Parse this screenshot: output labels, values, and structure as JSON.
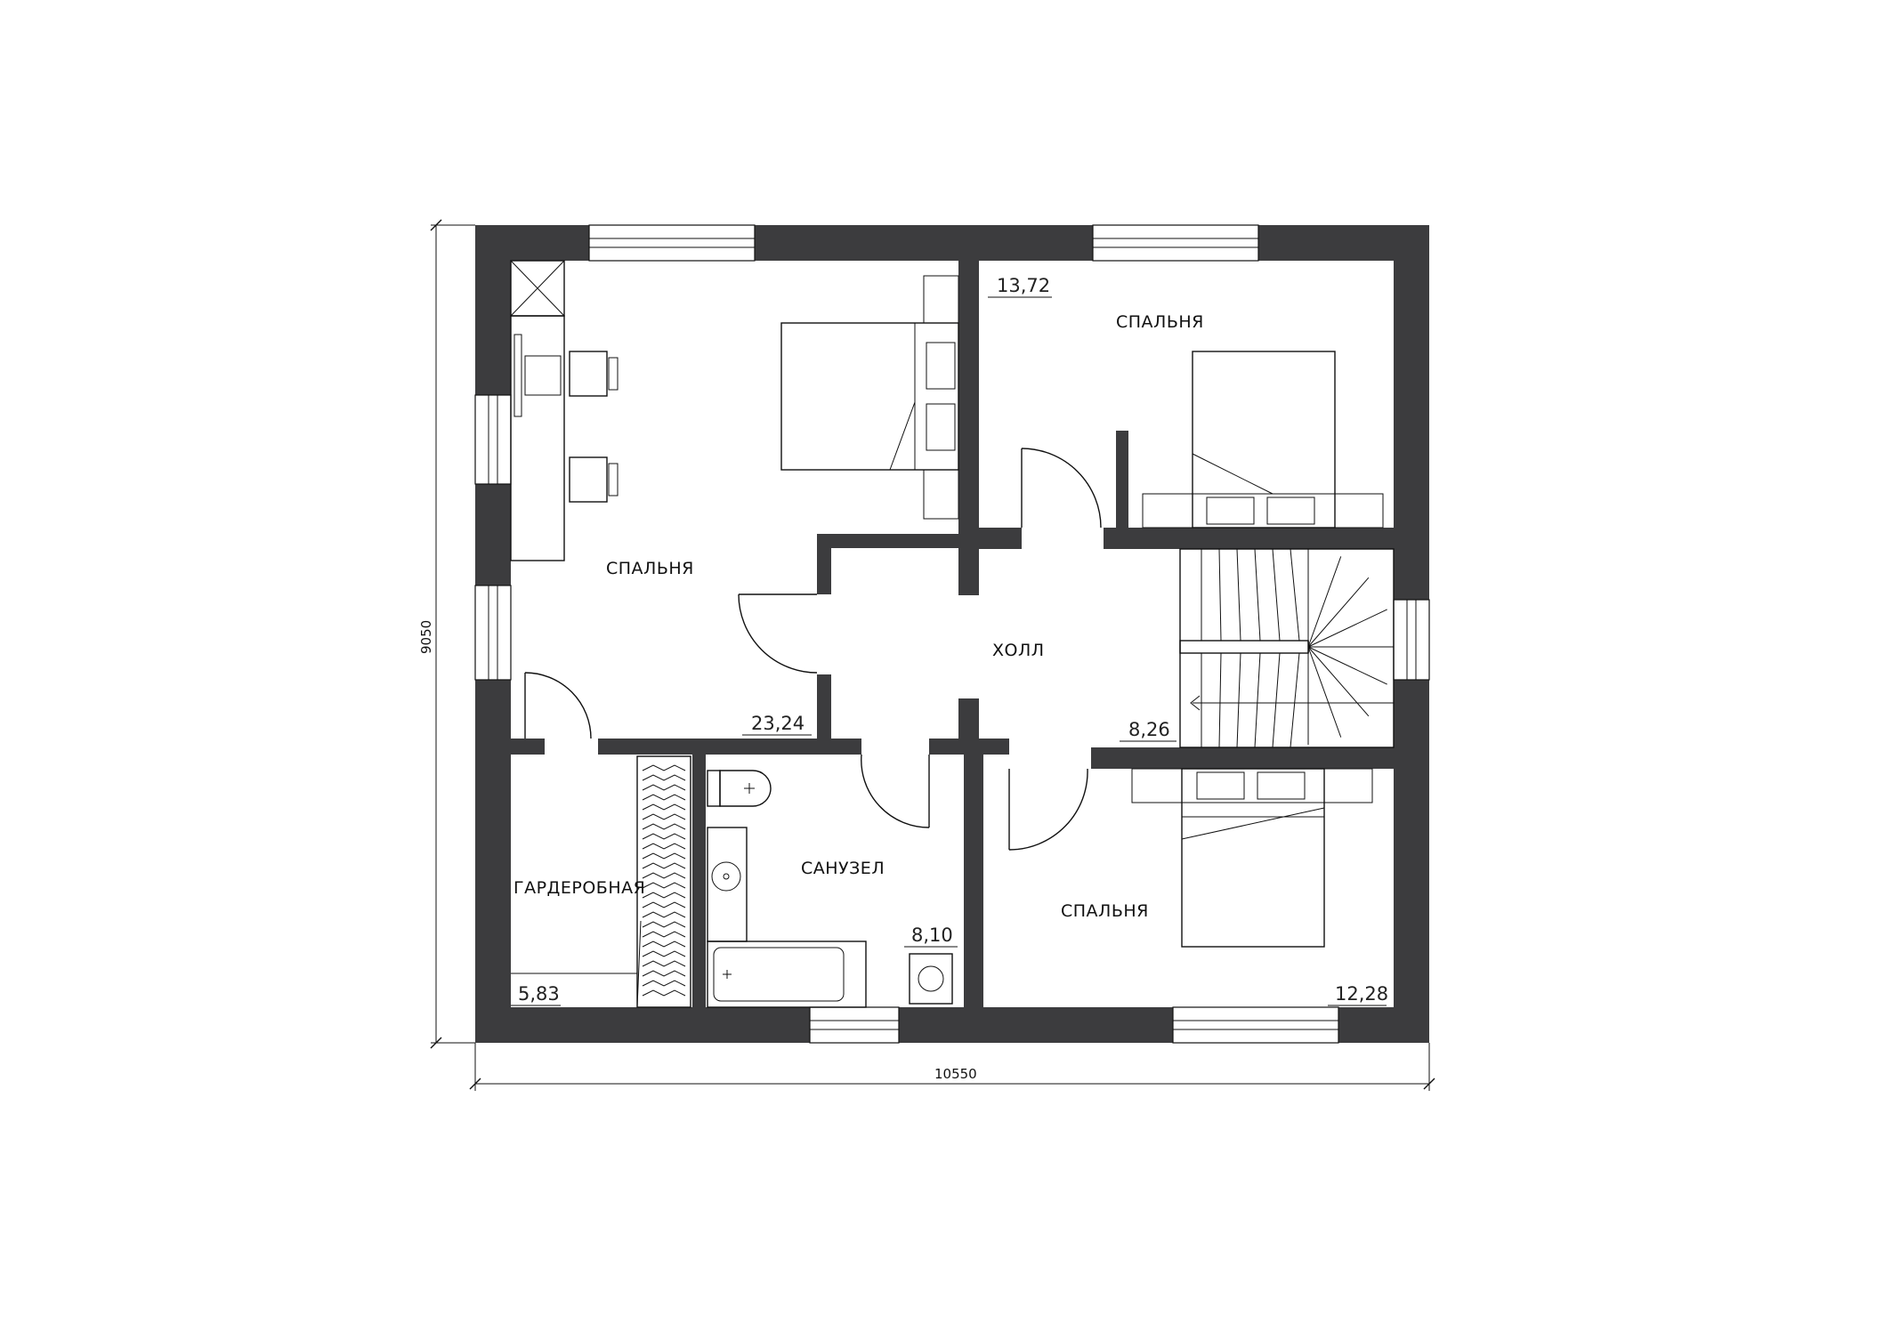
{
  "plan": {
    "dimensions": {
      "width_label": "10550",
      "height_label": "9050"
    },
    "rooms": [
      {
        "id": "bedroom-1",
        "name": "СПАЛЬНЯ",
        "area": "23,24"
      },
      {
        "id": "bedroom-2",
        "name": "СПАЛЬНЯ",
        "area": "13,72"
      },
      {
        "id": "hall",
        "name": "ХОЛЛ",
        "area": "8,26"
      },
      {
        "id": "wardrobe",
        "name": "ГАРДЕРОБНАЯ",
        "area": "5,83"
      },
      {
        "id": "bathroom",
        "name": "САНУЗЕЛ",
        "area": "8,10"
      },
      {
        "id": "bedroom-3",
        "name": "СПАЛЬНЯ",
        "area": "12,28"
      }
    ],
    "colors": {
      "wall": "#3c3c3e",
      "line": "#111111",
      "background": "#ffffff"
    }
  }
}
